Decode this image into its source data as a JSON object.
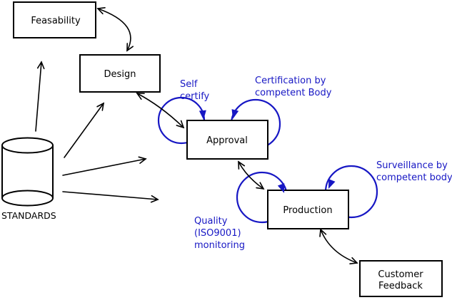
{
  "nodes": {
    "feasability": {
      "label": "Feasability"
    },
    "design": {
      "label": "Design"
    },
    "approval": {
      "label": "Approval"
    },
    "production": {
      "label": "Production"
    },
    "customer_feedback": {
      "line1": "Customer",
      "line2": "Feedback"
    },
    "standards": {
      "label": "STANDARDS"
    }
  },
  "annotations": {
    "self_certify": {
      "line1": "Self",
      "line2": "certify"
    },
    "certification": {
      "line1": "Certification by",
      "line2": "competent Body"
    },
    "surveillance": {
      "line1": "Surveillance by",
      "line2": "competent body"
    },
    "quality": {
      "line1": "Quality",
      "line2": "(ISO9001)",
      "line3": "monitoring"
    }
  },
  "colors": {
    "annotation_blue": "#1717c4",
    "line_black": "#000000",
    "node_fill": "#ffffff",
    "background": "#ffffff"
  }
}
